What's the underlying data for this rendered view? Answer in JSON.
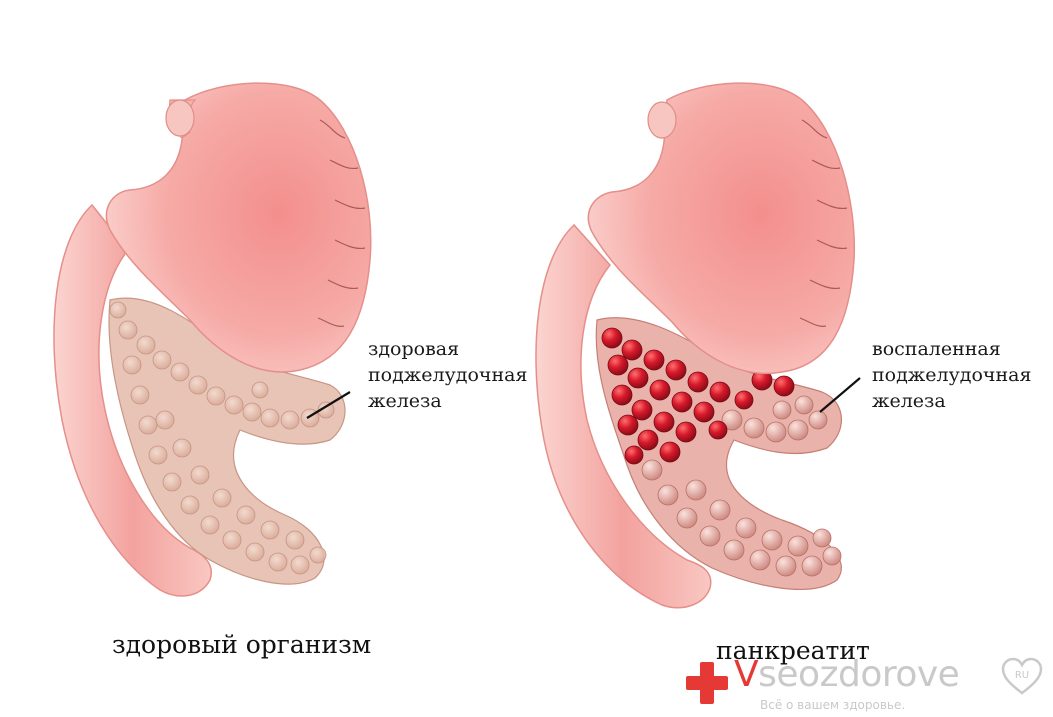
{
  "left_panel": {
    "organ_label": [
      "здоровая",
      "поджелудочная",
      "железа"
    ],
    "caption": "здоровый организм"
  },
  "right_panel": {
    "organ_label": [
      "воспаленная",
      "поджелудочная",
      "железа"
    ],
    "caption": "панкреатит"
  },
  "watermark": {
    "brand_first_letter": "V",
    "brand_rest": "seozdorove",
    "badge": "RU",
    "tagline": "Всё о вашем здоровье.",
    "accent_color": "#e53935"
  },
  "colors": {
    "stomach": "#f4a7a3",
    "healthy_pancreas": "#e9c2b2",
    "inflamed_spots": "#d7192b"
  }
}
